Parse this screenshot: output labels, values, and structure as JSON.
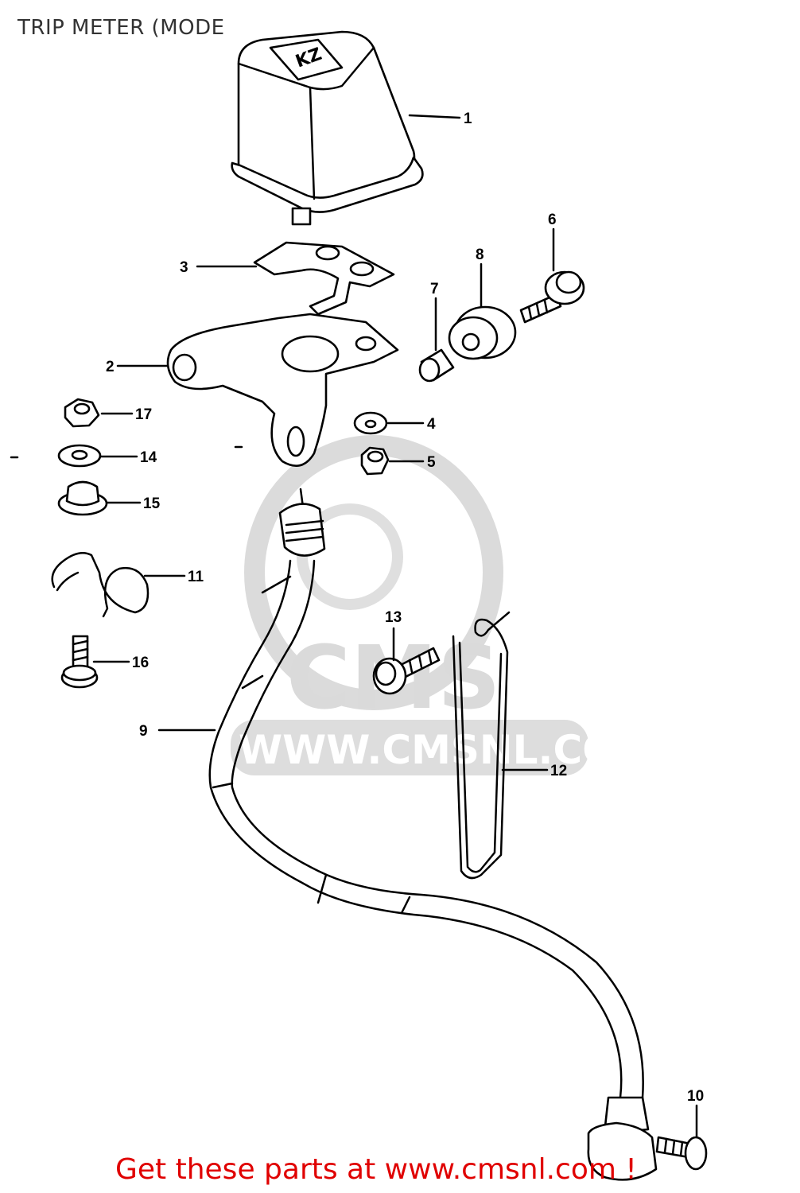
{
  "title": "TRIP METER (MODE",
  "watermark": {
    "logo_text": "CMS",
    "url_text": "WWW.CMSNL.COM"
  },
  "footer": {
    "text": "Get these parts at www.cmsnl.com !",
    "color": "#e00000"
  },
  "callouts": [
    {
      "id": "1",
      "label": "1"
    },
    {
      "id": "2",
      "label": "2"
    },
    {
      "id": "3",
      "label": "3"
    },
    {
      "id": "4",
      "label": "4"
    },
    {
      "id": "5",
      "label": "5"
    },
    {
      "id": "6",
      "label": "6"
    },
    {
      "id": "7",
      "label": "7"
    },
    {
      "id": "8",
      "label": "8"
    },
    {
      "id": "9",
      "label": "9"
    },
    {
      "id": "10",
      "label": "10"
    },
    {
      "id": "11",
      "label": "11"
    },
    {
      "id": "12",
      "label": "12"
    },
    {
      "id": "13",
      "label": "13"
    },
    {
      "id": "14",
      "label": "14"
    },
    {
      "id": "15",
      "label": "15"
    },
    {
      "id": "16",
      "label": "16"
    },
    {
      "id": "17",
      "label": "17"
    }
  ]
}
